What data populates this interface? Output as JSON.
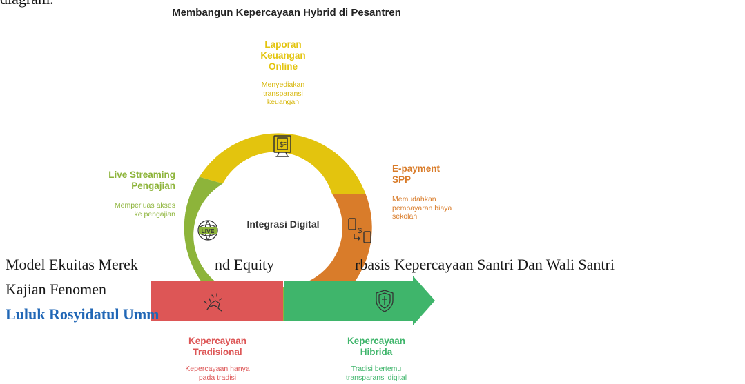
{
  "top_fragment": "diagram.",
  "title": "Membangun Kepercayaan Hybrid di Pesantren",
  "center": "Integrasi Digital",
  "segments": {
    "laporan": {
      "title": "Laporan Keuangan Online",
      "title_lines": [
        "Laporan",
        "Keuangan",
        "Online"
      ],
      "desc_lines": [
        "Menyediakan",
        "transparansi",
        "keuangan"
      ],
      "color": "#e3c40e",
      "icon": "invoice-monitor-icon"
    },
    "epayment": {
      "title": "E-payment SPP",
      "title_lines": [
        "E-payment",
        "SPP"
      ],
      "desc_lines": [
        "Memudahkan",
        "pembayaran biaya",
        "sekolah"
      ],
      "color": "#d97c2a",
      "icon": "mobile-payment-icon"
    },
    "live": {
      "title": "Live Streaming Pengajian",
      "title_lines": [
        "Live Streaming",
        "Pengajian"
      ],
      "desc_lines": [
        "Memperluas akses",
        "ke pengajian"
      ],
      "color": "#8db43a",
      "icon": "live-globe-icon"
    }
  },
  "arrow": {
    "traditional": {
      "title_lines": [
        "Kepercayaan",
        "Tradisional"
      ],
      "desc_lines": [
        "Kepercayaan hanya",
        "pada tradisi"
      ],
      "color": "#dd5656",
      "icon": "handshake-icon"
    },
    "hybrid": {
      "title_lines": [
        "Kepercayaan",
        "Hibrida"
      ],
      "desc_lines": [
        "Tradisi bertemu",
        "transparansi digital"
      ],
      "color": "#3fb56b",
      "icon": "shield-cross-icon"
    }
  },
  "overlay": {
    "line1_left": "Model Ekuitas Merek",
    "line1_mid": "nd Equity",
    "line1_right": "rbasis Kepercayaan Santri Dan Wali Santri",
    "line2": "Kajian Fenomen",
    "author": "Luluk Rosyidatul Umm"
  }
}
